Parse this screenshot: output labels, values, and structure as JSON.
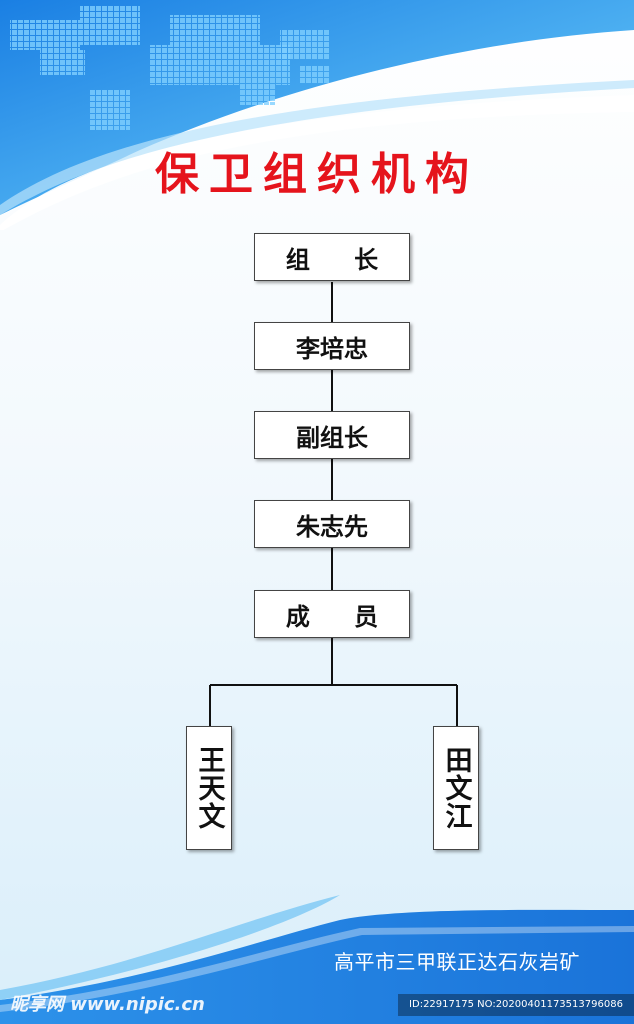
{
  "title": "保卫组织机构",
  "chain": [
    {
      "id": "leader-title",
      "text": "组 长"
    },
    {
      "id": "leader-name",
      "text": "李培忠"
    },
    {
      "id": "deputy-title",
      "text": "副组长"
    },
    {
      "id": "deputy-name",
      "text": "朱志先"
    },
    {
      "id": "members-title",
      "text": "成 员"
    }
  ],
  "members": [
    "王天文",
    "田文江"
  ],
  "company": "高平市三甲联正达石灰岩矿",
  "watermark": {
    "logo": "昵享网 www.nipic.cn",
    "id_text": "ID:22917175 NO:20200401173513796086"
  },
  "colors": {
    "title": "#e5141c",
    "accent_blue": "#1e7fe0",
    "light_blue": "#6cc3f5"
  }
}
